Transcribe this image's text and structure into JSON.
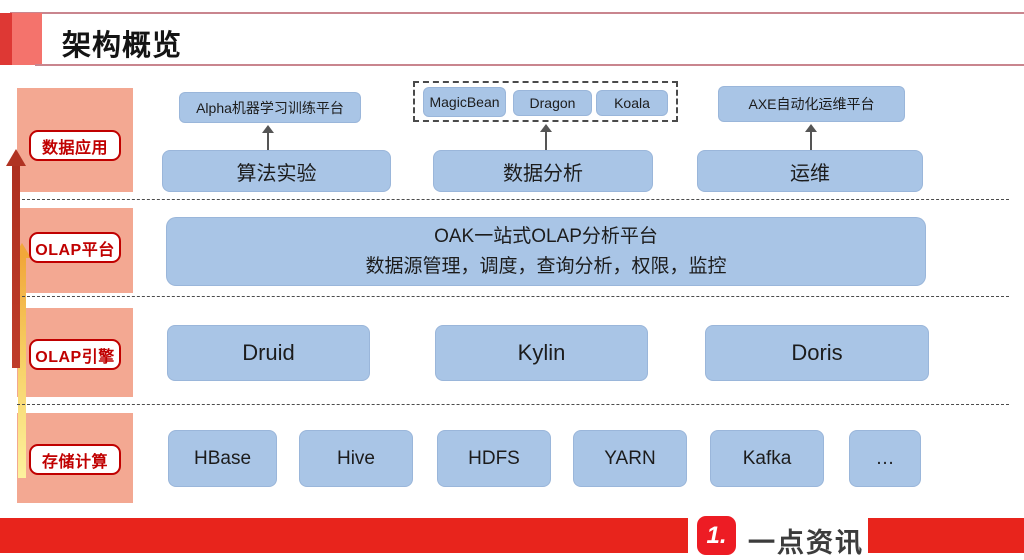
{
  "slide": {
    "title": "架构概览"
  },
  "layers": [
    {
      "label": "数据应用"
    },
    {
      "label": "OLAP平台"
    },
    {
      "label": "OLAP引擎"
    },
    {
      "label": "存储计算"
    }
  ],
  "apps_row": {
    "alpha_platform": "Alpha机器学习训练平台",
    "algo_app": "算法实验",
    "magic_group": [
      "MagicBean",
      "Dragon",
      "Koala"
    ],
    "analysis_app": "数据分析",
    "axe_platform": "AXE自动化运维平台",
    "ops_app": "运维"
  },
  "olap_platform": {
    "line1": "OAK一站式OLAP分析平台",
    "line2": "数据源管理，调度，查询分析，权限，监控"
  },
  "olap_engines": [
    "Druid",
    "Kylin",
    "Doris"
  ],
  "storage": [
    "HBase",
    "Hive",
    "HDFS",
    "YARN",
    "Kafka",
    "…"
  ],
  "footer": {
    "logo_mark": "1.",
    "logo_text": "一点资讯"
  },
  "colors": {
    "accent_red": "#e8241c",
    "label_red": "#c00000",
    "salmon": "#f3a892",
    "box_blue": "#a9c5e6",
    "arrow_red": "#b03322",
    "arrow_yellow": "#f1a73a"
  }
}
